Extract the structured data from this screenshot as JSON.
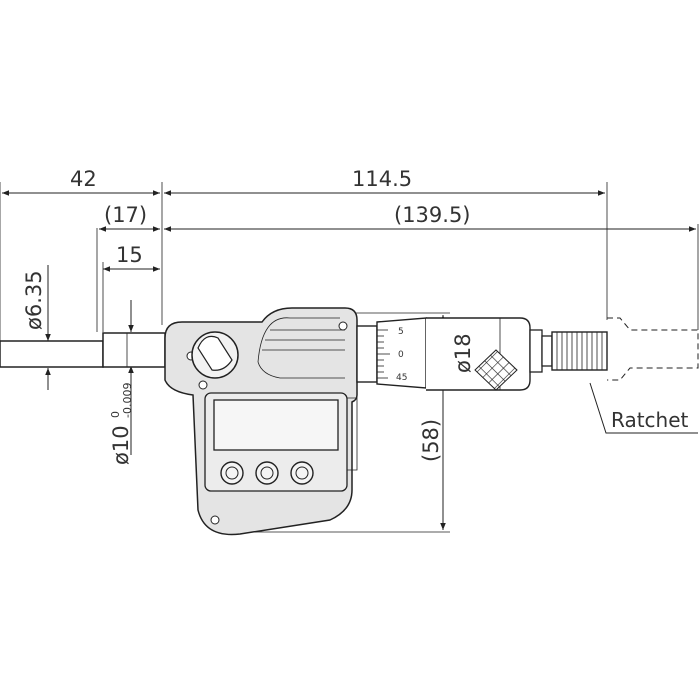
{
  "dimensions": {
    "overall_left": "42",
    "overall_right": "114.5",
    "ref_left": "(17)",
    "ref_right": "(139.5)",
    "spindle_length": "15",
    "spindle_diameter": "ø6.35",
    "sleeve_diameter": "ø10",
    "sleeve_tolerance_upper": "0",
    "sleeve_tolerance_lower": "-0.009",
    "height": "(58)",
    "thimble_diameter": "ø18"
  },
  "thimble_scale": [
    "5",
    "0",
    "45"
  ],
  "labels": {
    "ratchet": "Ratchet"
  },
  "colors": {
    "body_fill": "#e4e4e4",
    "display_fill": "#ececec",
    "line": "#222222"
  },
  "icons": [
    "knob-icon",
    "display-screen",
    "button-icon",
    "knurl-pattern"
  ]
}
